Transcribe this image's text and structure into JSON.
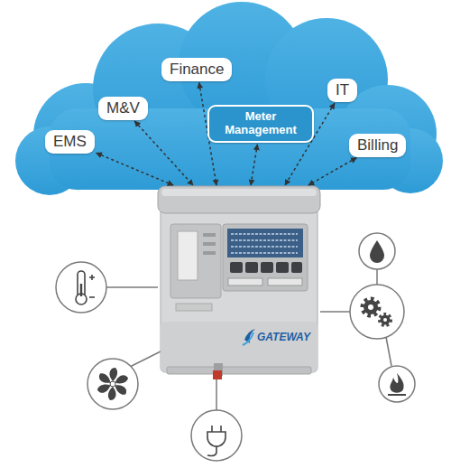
{
  "diagram": {
    "nodes": [
      {
        "text": [
          "EMS"
        ]
      },
      {
        "text": [
          "M&V"
        ]
      },
      {
        "text": [
          "Finance"
        ]
      },
      {
        "text": [
          "Meter Management"
        ]
      },
      {
        "text": [
          "IT"
        ]
      },
      {
        "text": [
          "Billing"
        ]
      },
      {
        "text": [
          "GATEWAY"
        ]
      }
    ],
    "edges": [
      {
        "from": 0,
        "to": 6,
        "arrow": "both"
      },
      {
        "from": 1,
        "to": 6,
        "arrow": "both"
      },
      {
        "from": 2,
        "to": 6,
        "arrow": "both"
      },
      {
        "from": 3,
        "to": 6,
        "arrow": "both"
      },
      {
        "from": 4,
        "to": 6,
        "arrow": "both"
      },
      {
        "from": 5,
        "to": 6,
        "arrow": "both"
      }
    ]
  }
}
